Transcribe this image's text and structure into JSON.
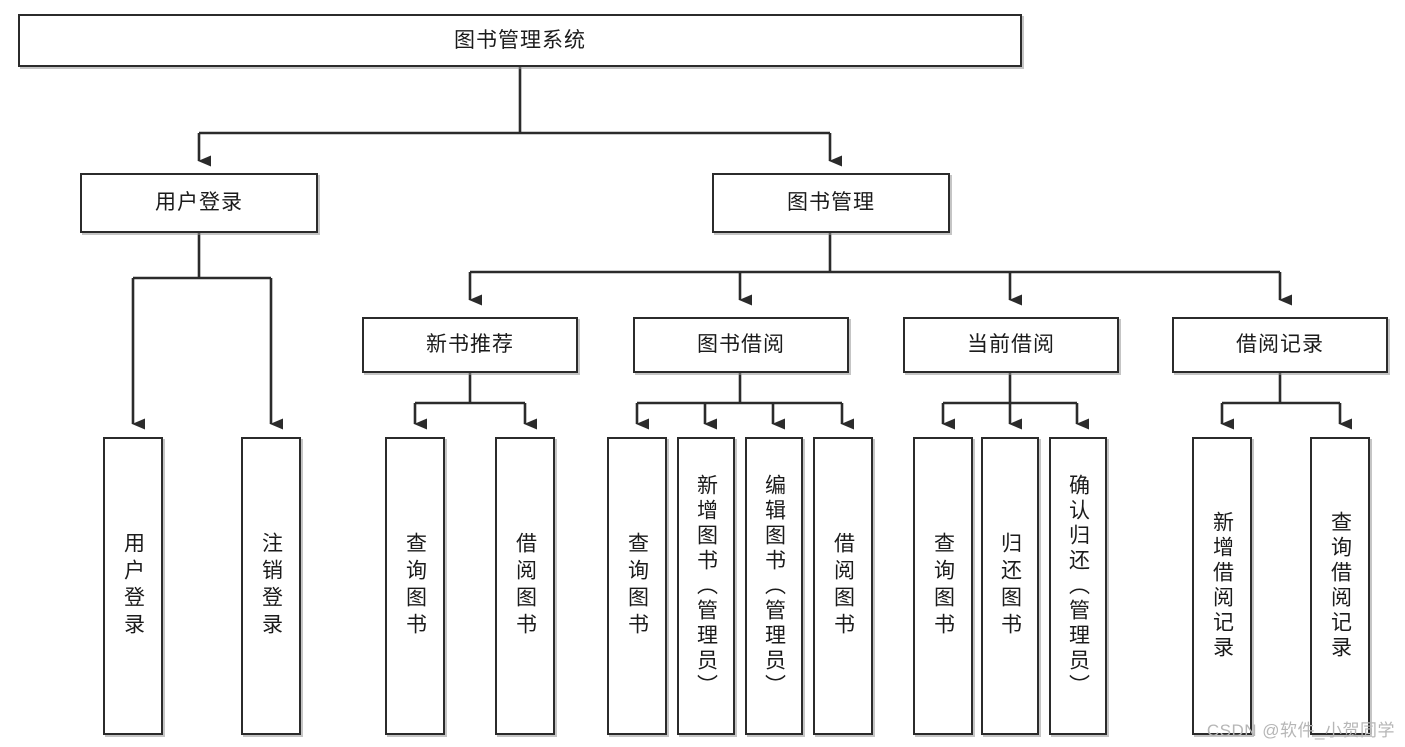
{
  "diagram": {
    "type": "tree-hierarchy",
    "title": "图书管理系统",
    "root": {
      "id": "root",
      "label": "图书管理系统"
    },
    "level2": [
      {
        "id": "user-login",
        "label": "用户登录"
      },
      {
        "id": "book-management",
        "label": "图书管理"
      }
    ],
    "level3": [
      {
        "id": "new-book-recommend",
        "label": "新书推荐",
        "parent": "book-management"
      },
      {
        "id": "book-borrow",
        "label": "图书借阅",
        "parent": "book-management"
      },
      {
        "id": "current-borrow",
        "label": "当前借阅",
        "parent": "book-management"
      },
      {
        "id": "borrow-record",
        "label": "借阅记录",
        "parent": "book-management"
      }
    ],
    "leaves": [
      {
        "id": "leaf-user-login",
        "label": "用户登录",
        "parent": "user-login"
      },
      {
        "id": "leaf-logout-login",
        "label": "注销登录",
        "parent": "user-login"
      },
      {
        "id": "leaf-query-book-1",
        "label": "查询图书",
        "parent": "new-book-recommend"
      },
      {
        "id": "leaf-borrow-book-1",
        "label": "借阅图书",
        "parent": "new-book-recommend"
      },
      {
        "id": "leaf-query-book-2",
        "label": "查询图书",
        "parent": "book-borrow"
      },
      {
        "id": "leaf-add-book",
        "label": "新增图书（管理员）",
        "parent": "book-borrow"
      },
      {
        "id": "leaf-edit-book",
        "label": "编辑图书（管理员）",
        "parent": "book-borrow"
      },
      {
        "id": "leaf-borrow-book-2",
        "label": "借阅图书",
        "parent": "book-borrow"
      },
      {
        "id": "leaf-query-book-3",
        "label": "查询图书",
        "parent": "current-borrow"
      },
      {
        "id": "leaf-return-book",
        "label": "归还图书",
        "parent": "current-borrow"
      },
      {
        "id": "leaf-confirm-return",
        "label": "确认归还（管理员）",
        "parent": "current-borrow"
      },
      {
        "id": "leaf-add-record",
        "label": "新增借阅记录",
        "parent": "borrow-record"
      },
      {
        "id": "leaf-query-record",
        "label": "查询借阅记录",
        "parent": "borrow-record"
      }
    ],
    "colors": {
      "stroke": "#2b2b2b",
      "fill": "#ffffff",
      "shadow": "#969696",
      "watermark": "#b6b6b6"
    }
  },
  "watermark": {
    "text": "CSDN @软件_小贺同学"
  }
}
